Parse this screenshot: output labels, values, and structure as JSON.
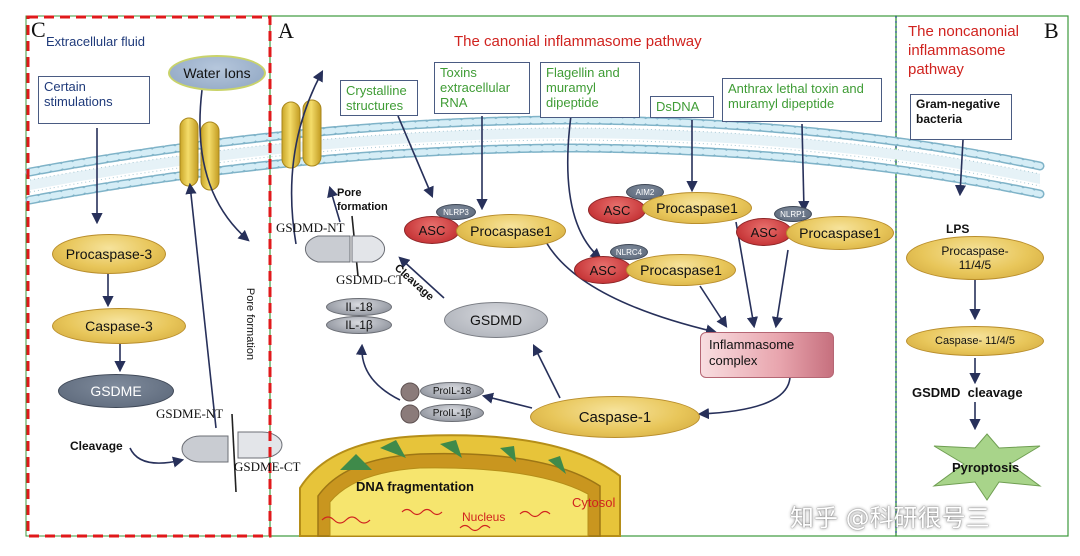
{
  "panel_c": {
    "letter": "C",
    "title": "Extracellular fluid",
    "stimulus_box": "Certain stimulations",
    "water_ions": "Water Ions",
    "procaspase3": "Procaspase-3",
    "caspase3": "Caspase-3",
    "gsdme": "GSDME",
    "gsdme_nt": "GSDME-NT",
    "gsdme_ct": "GSDME-CT",
    "cleavage": "Cleavage",
    "pore_formation": "Pore formation"
  },
  "panel_a": {
    "letter": "A",
    "title": "The canonial inflammasome pathway",
    "stimuli": {
      "crystalline": "Crystalline structures",
      "toxins": "Toxins extracellular RNA",
      "flagellin": "Flagellin and muramyl dipeptide",
      "dsdna": "DsDNA",
      "anthrax": "Anthrax lethal toxin and muramyl dipeptide"
    },
    "asc": "ASC",
    "procaspase1": "Procaspase1",
    "nlrp3": "NLRP3",
    "aim2": "AIM2",
    "nlrp1": "NLRP1",
    "nlrc4": "NLRC4",
    "inflammasome_complex": "Inflammasome complex",
    "caspase1": "Caspase-1",
    "gsdmd": "GSDMD",
    "gsdmd_nt": "GSDMD-NT",
    "gsdmd_ct": "GSDMD-CT",
    "cleavage": "Cleavage",
    "pore_formation": "Pore formation",
    "il18": "IL-18",
    "il1b": "IL-1β",
    "proil18": "ProIL-18",
    "proil1b": "ProIL-1β",
    "dna_fragmentation": "DNA fragmentation",
    "nucleus": "Nucleus",
    "cytosol": "Cytosol"
  },
  "panel_b": {
    "letter": "B",
    "title": "The noncanonial inflammasome pathway",
    "stimulus_box": "Gram-negative bacteria",
    "lps": "LPS",
    "procaspase": "Procaspase-11/4/5",
    "caspase": "Caspase- 11/4/5",
    "gsdmd_cleavage": "GSDMD  cleavage",
    "pyroptosis": "Pyroptosis"
  },
  "watermark": "知乎 @科研很号三",
  "colors": {
    "green_text": "#3f9c35",
    "red_title": "#d0231f",
    "navy_text": "#1f3a7a",
    "membrane_head": "#bfe0ee",
    "panel_border": "#3c9a3c",
    "dashed_border": "#e0191b"
  }
}
